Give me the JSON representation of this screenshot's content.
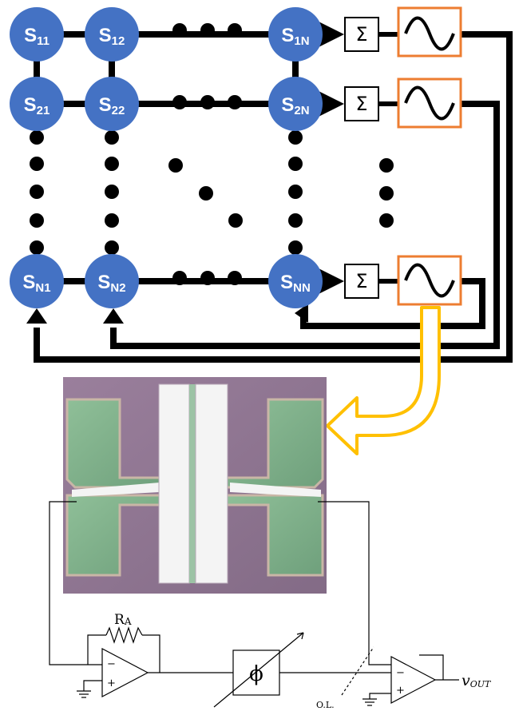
{
  "network": {
    "rows": [
      {
        "nodes": [
          {
            "main": "S",
            "sub": "11"
          },
          {
            "main": "S",
            "sub": "12"
          },
          {
            "main": "S",
            "sub": "1N"
          }
        ]
      },
      {
        "nodes": [
          {
            "main": "S",
            "sub": "21"
          },
          {
            "main": "S",
            "sub": "22"
          },
          {
            "main": "S",
            "sub": "2N"
          }
        ]
      },
      {
        "nodes": [
          {
            "main": "S",
            "sub": "N1"
          },
          {
            "main": "S",
            "sub": "N2"
          },
          {
            "main": "S",
            "sub": "NN"
          }
        ]
      }
    ],
    "sum_symbol": "Σ",
    "node_color": "#4472c4",
    "oscillator_border_color": "#ed7d31",
    "highlight_arrow_color": "#ffc000"
  },
  "circuit": {
    "feedback_resistor_label": "R",
    "feedback_resistor_sub": "A",
    "minus_sign": "−",
    "plus_sign": "+",
    "phase_shifter_symbol": "ϕ",
    "open_loop_label": "O.L.",
    "output_label_main": "v",
    "output_label_sub": "OUT"
  },
  "device_photo": {
    "colors": {
      "substrate": "#8e7590",
      "electrode": "#7fb08c",
      "metal": "#f4f4f4"
    }
  }
}
